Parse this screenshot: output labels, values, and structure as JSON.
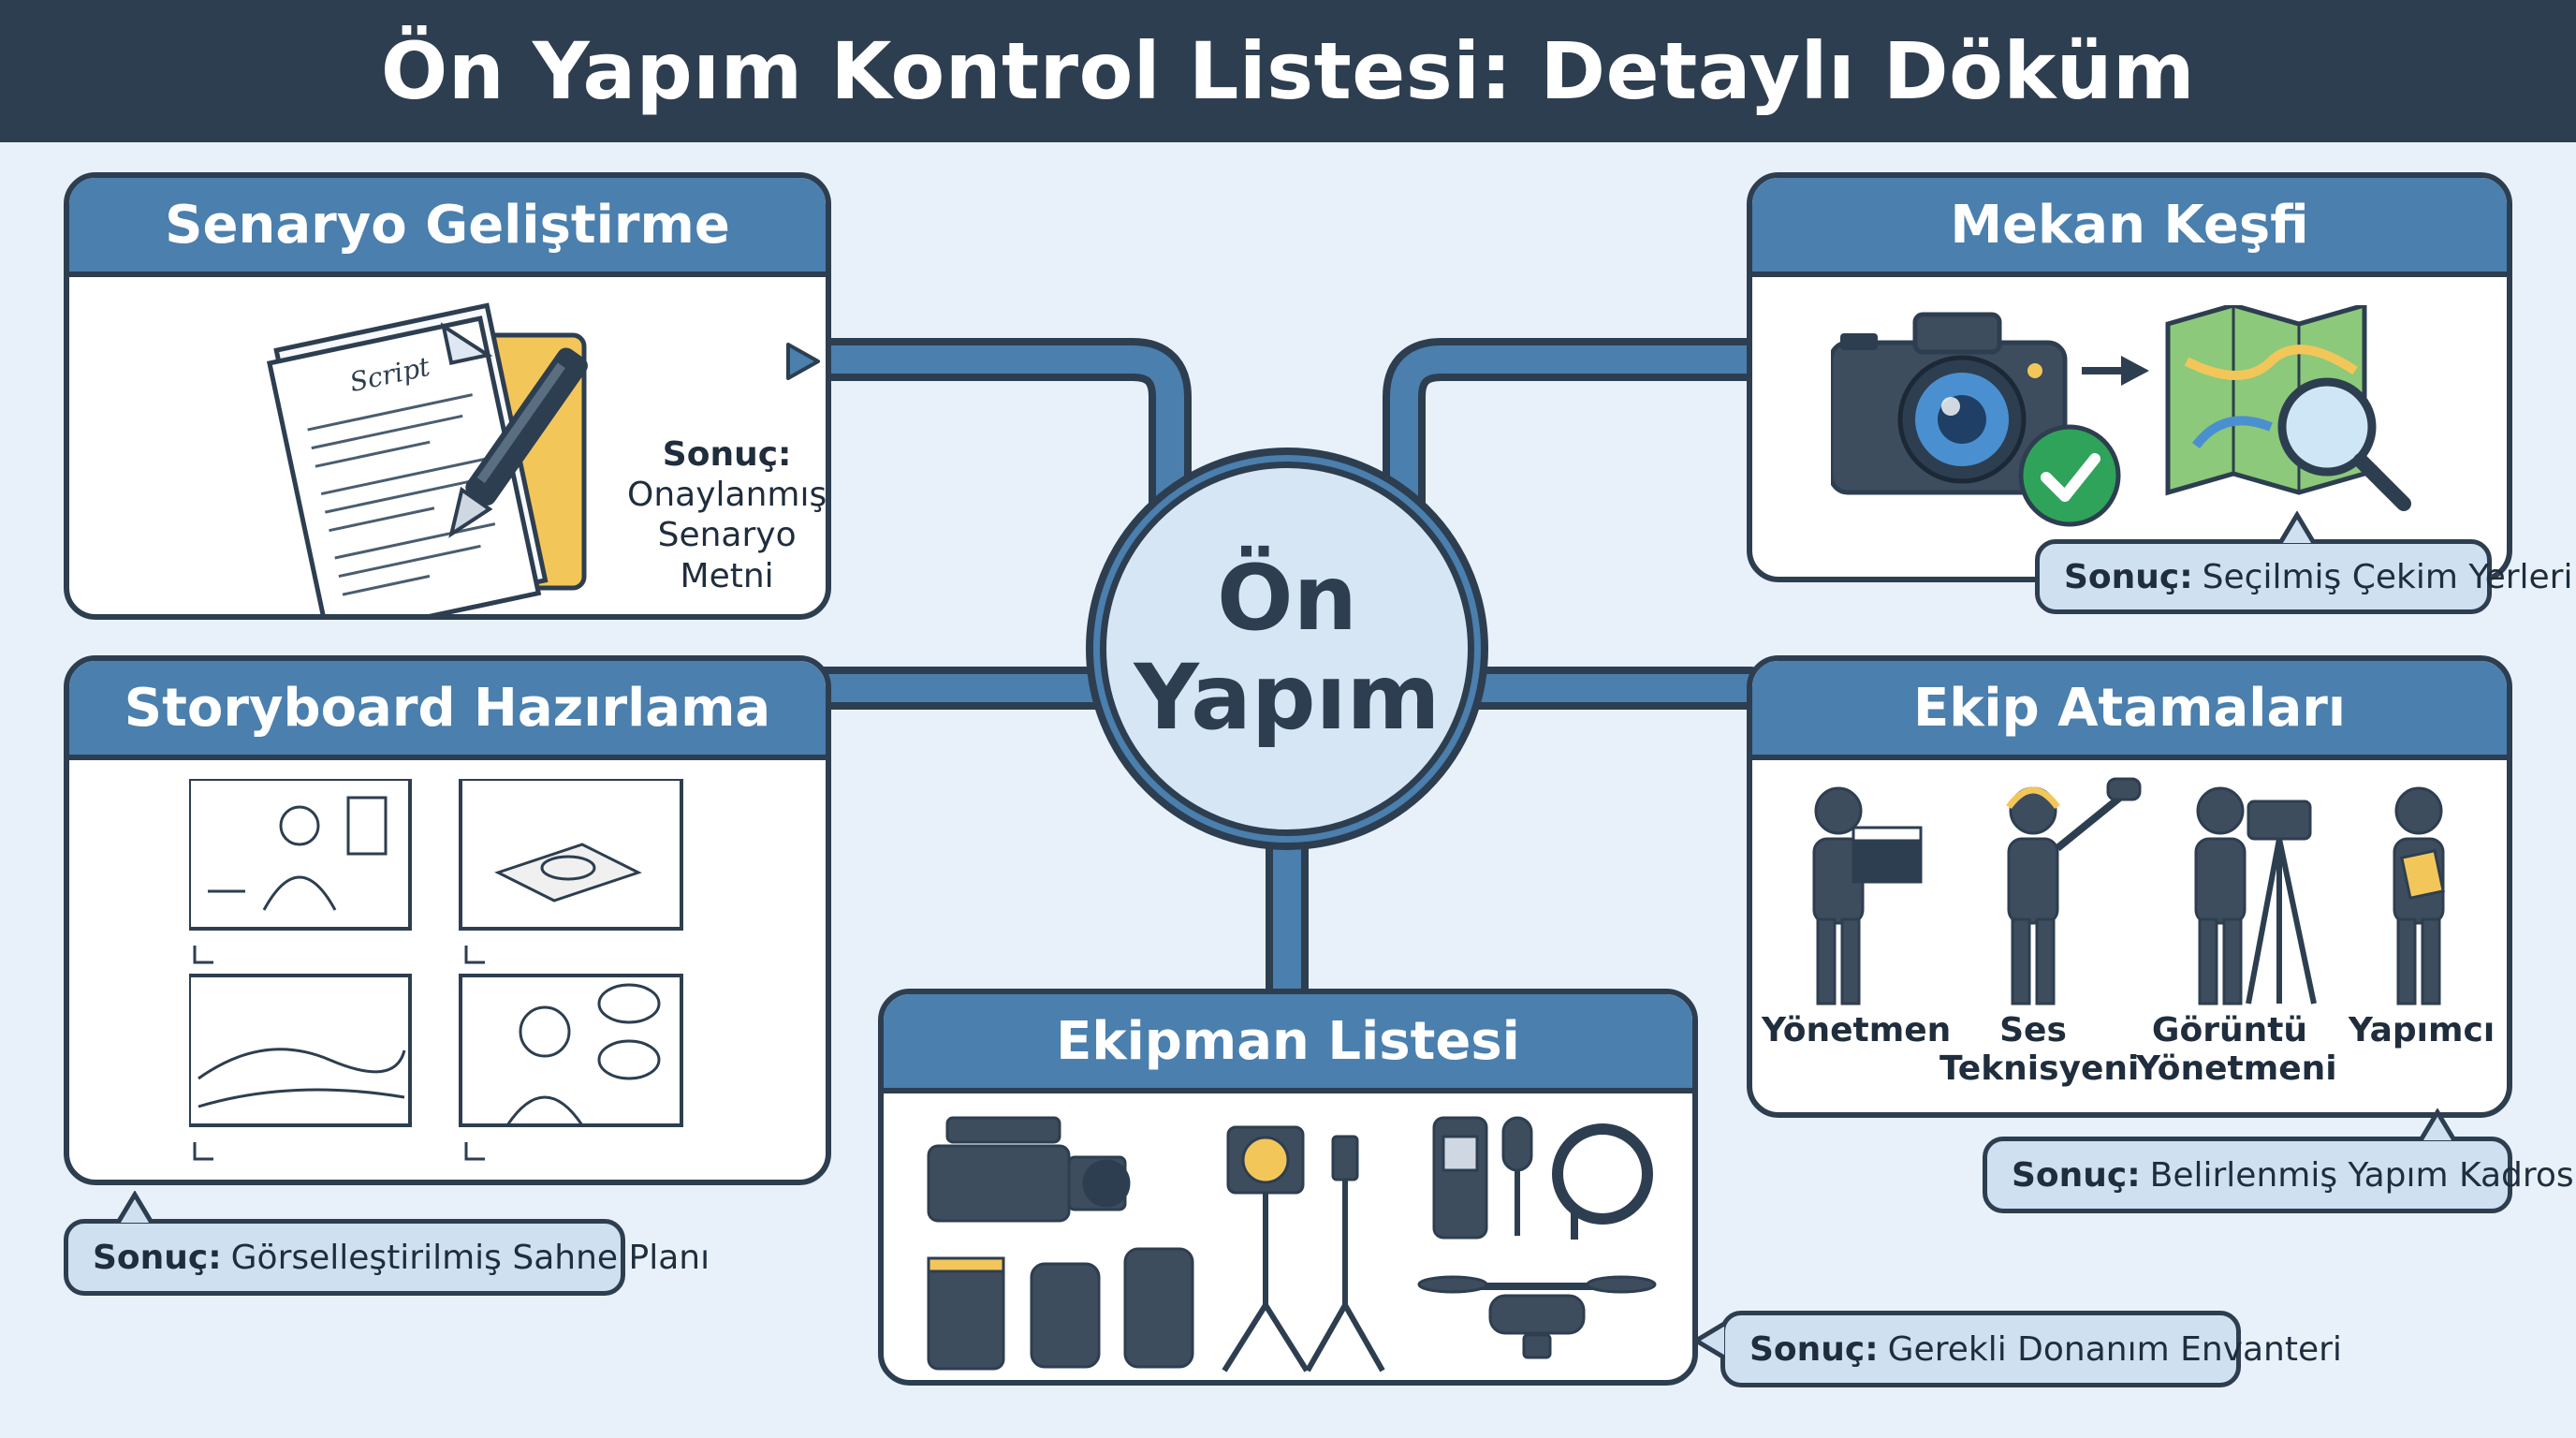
{
  "title": "Ön Yapım Kontrol Listesi: Detaylı Döküm",
  "hub": {
    "line1": "Ön",
    "line2": "Yapım"
  },
  "result_prefix": "Sonuç:",
  "panels": {
    "script": {
      "title": "Senaryo Geliştirme",
      "result_label": "Sonuç:",
      "result_line1": "Onaylanmış",
      "result_line2": "Senaryo Metni",
      "doc_word": "Script"
    },
    "location": {
      "title": "Mekan Keşfi",
      "result": "Seçilmiş Çekim Yerleri"
    },
    "storyboard": {
      "title": "Storyboard Hazırlama",
      "result": "Görselleştirilmiş Sahne Planı"
    },
    "crew": {
      "title": "Ekip Atamaları",
      "result": "Belirlenmiş Yapım Kadrosu",
      "roles": [
        {
          "line1": "Yönetmen",
          "line2": ""
        },
        {
          "line1": "Ses",
          "line2": "Teknisyeni"
        },
        {
          "line1": "Görüntü",
          "line2": "Yönetmeni"
        },
        {
          "line1": "Yapımcı",
          "line2": ""
        }
      ]
    },
    "equipment": {
      "title": "Ekipman Listesi",
      "result": "Gerekli Donanım Envanteri"
    }
  },
  "colors": {
    "navy": "#2d3e50",
    "blue": "#4a7fae",
    "light_blue": "#d7e6f4",
    "background": "#e8f1fa",
    "accent_yellow": "#f3c659",
    "check_green": "#2fa35a"
  }
}
